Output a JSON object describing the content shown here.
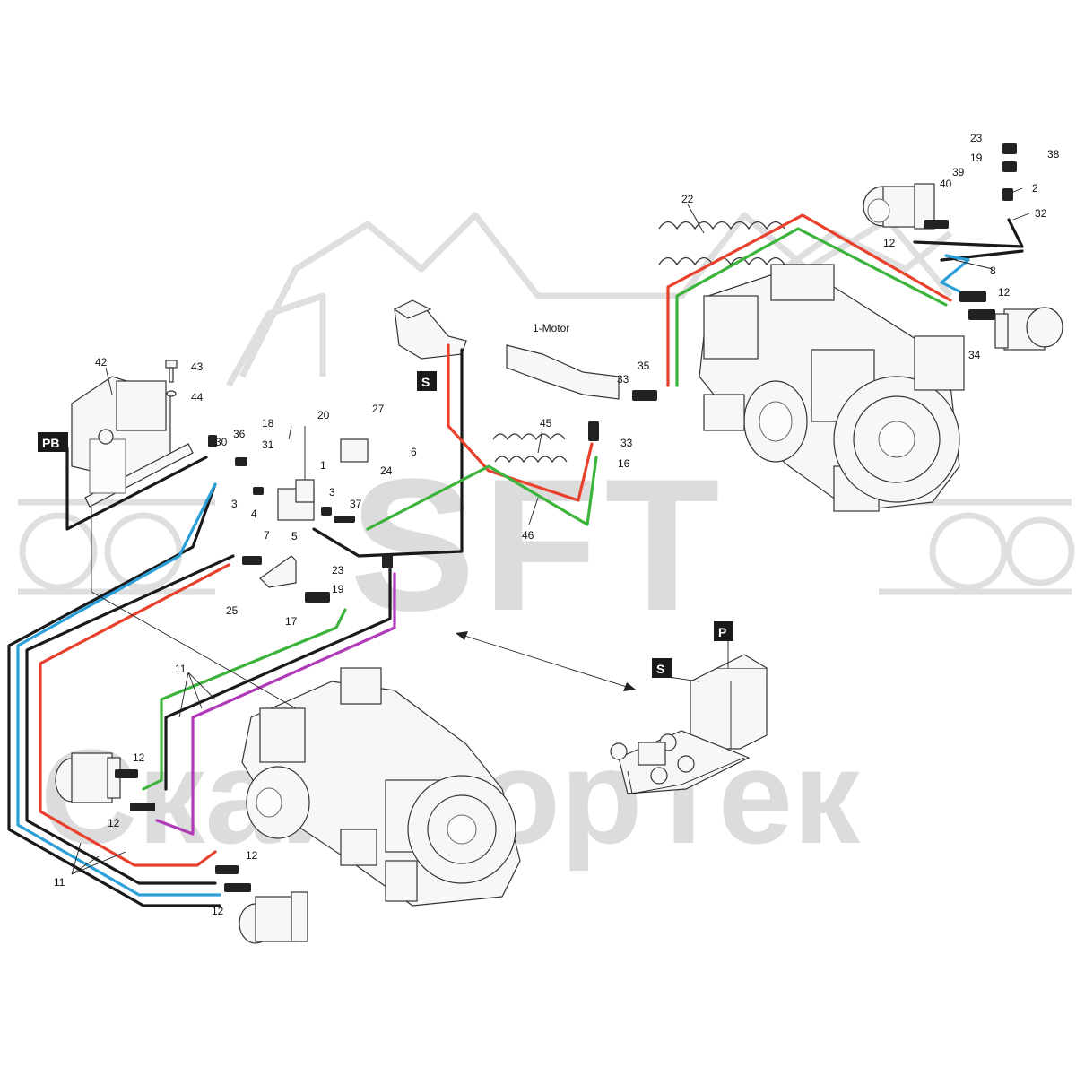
{
  "watermark": {
    "logo_letters": "SFT",
    "text": "СкайфорТек"
  },
  "tags": {
    "pb": "PB",
    "s_upper": "S",
    "s_detail": "S",
    "p_detail": "P"
  },
  "motor_label": "1-Motor",
  "callouts": {
    "c1": "1",
    "c2": "2",
    "c3a": "3",
    "c3b": "3",
    "c4": "4",
    "c5": "5",
    "c6": "6",
    "c7": "7",
    "c8": "8",
    "c11a": "11",
    "c11b": "11",
    "c12a": "12",
    "c12b": "12",
    "c12c": "12",
    "c12d": "12",
    "c12e": "12",
    "c12f": "12",
    "c16": "16",
    "c17": "17",
    "c18": "18",
    "c19a": "19",
    "c19b": "19",
    "c20": "20",
    "c22": "22",
    "c23a": "23",
    "c23b": "23",
    "c24": "24",
    "c25": "25",
    "c27": "27",
    "c30": "30",
    "c31": "31",
    "c32": "32",
    "c33a": "33",
    "c33b": "33",
    "c34": "34",
    "c35": "35",
    "c36": "36",
    "c37": "37",
    "c38": "38",
    "c39": "39",
    "c40": "40",
    "c42": "42",
    "c43": "43",
    "c44": "44",
    "c45": "45",
    "c46": "46"
  },
  "hose_colors": {
    "black": "#1a1a1a",
    "red": "#e8402a",
    "green": "#3cb43c",
    "blue": "#2a9fd8",
    "magenta": "#b03ab8"
  }
}
